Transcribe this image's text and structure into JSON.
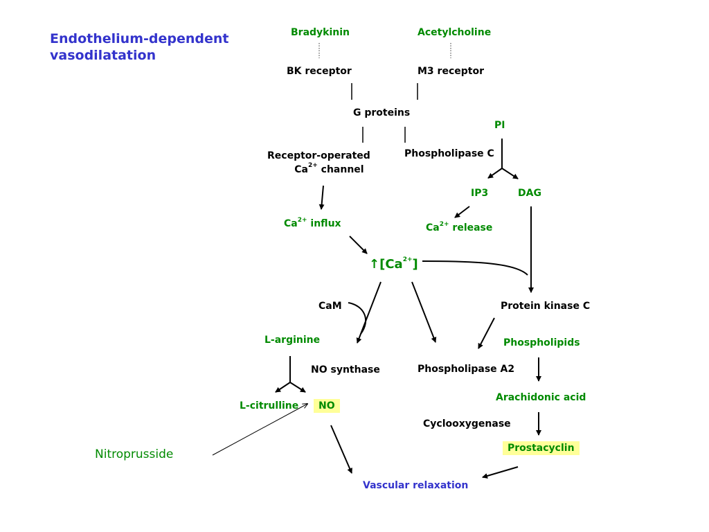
{
  "title": {
    "line1": "Endothelium-dependent",
    "line2": "vasodilatation"
  },
  "nodes": {
    "bradykinin": "Bradykinin",
    "acetylcholine": "Acetylcholine",
    "bk_receptor": "BK receptor",
    "m3_receptor": "M3 receptor",
    "g_proteins": "G proteins",
    "pi": "PI",
    "receptor_operated_line1": "Receptor-operated",
    "receptor_operated_ca": "Ca",
    "receptor_operated_sup": "2+",
    "receptor_operated_rest": " channel",
    "phospholipase_c": "Phospholipase C",
    "ip3": "IP3",
    "dag": "DAG",
    "ca_influx_ca": "Ca",
    "ca_influx_sup": "2+",
    "ca_influx_rest": " influx",
    "ca_release_ca": "Ca",
    "ca_release_sup": "2+",
    "ca_release_rest": " release",
    "ca_conc_arrow": "↑",
    "ca_conc_open": "[Ca",
    "ca_conc_sup": "2+",
    "ca_conc_close": "]",
    "cam": "CaM",
    "protein_kinase_c": "Protein kinase C",
    "l_arginine": "L-arginine",
    "phospholipids": "Phospholipids",
    "no_synthase": "NO synthase",
    "phospholipase_a2": "Phospholipase A2",
    "arachidonic_acid": "Arachidonic acid",
    "l_citrulline": "L-citrulline",
    "no": "NO",
    "cyclooxygenase": "Cyclooxygenase",
    "prostacyclin": "Prostacyclin",
    "nitroprusside": "Nitroprusside",
    "vascular_relaxation": "Vascular relaxation"
  },
  "colors": {
    "agonist": "#008a00",
    "component": "#000000",
    "heading": "#3333cc",
    "highlight": "#ffff99"
  }
}
